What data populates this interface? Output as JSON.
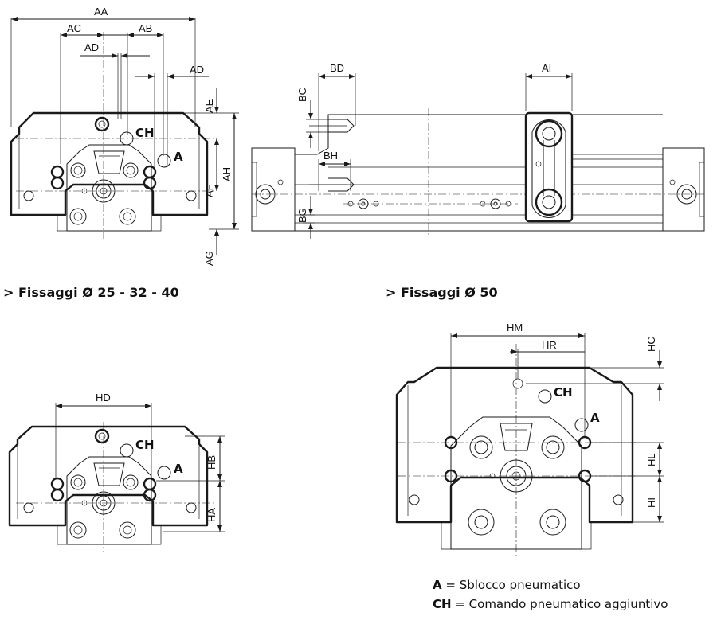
{
  "headings": {
    "left": "> Fissaggi Ø 25 - 32 - 40",
    "right": "> Fissaggi Ø 50"
  },
  "dims": {
    "AA": "AA",
    "AC": "AC",
    "AB": "AB",
    "AD": "AD",
    "AD2": "AD",
    "AE": "AE",
    "AH": "AH",
    "AF": "AF",
    "AG": "AG",
    "BD": "BD",
    "BC": "BC",
    "BH": "BH",
    "BG": "BG",
    "AI": "AI",
    "HD": "HD",
    "HB": "HB",
    "HA": "HA",
    "HM": "HM",
    "HR": "HR",
    "HC": "HC",
    "HL": "HL",
    "HI": "HI"
  },
  "ports": {
    "A": "A",
    "CH": "CH"
  },
  "legend": [
    {
      "key": "A",
      "text": " = Sblocco pneumatico"
    },
    {
      "key": "CH",
      "text": " = Comando pneumatico aggiuntivo"
    }
  ]
}
